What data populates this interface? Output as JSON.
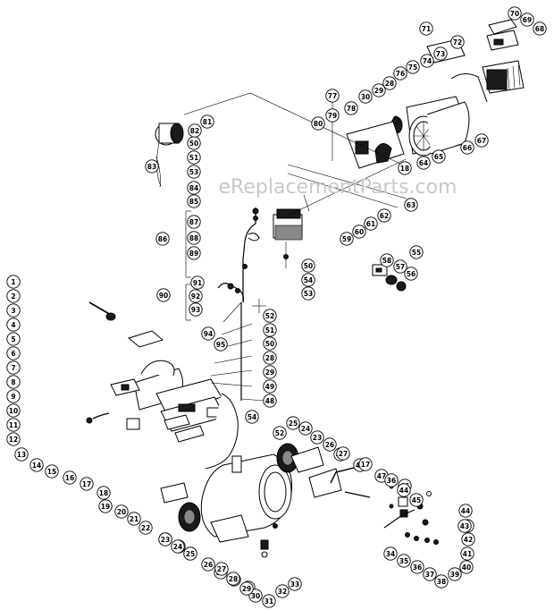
{
  "watermark": "eReplacementParts.com",
  "callouts": [
    "1",
    "2",
    "3",
    "4",
    "5",
    "6",
    "7",
    "8",
    "9",
    "10",
    "11",
    "12",
    "13",
    "14",
    "15",
    "16",
    "17",
    "18",
    "19",
    "20",
    "21",
    "22",
    "23",
    "24",
    "25",
    "26",
    "27",
    "28",
    "29",
    "30",
    "31",
    "32",
    "33",
    "34",
    "35",
    "36",
    "37",
    "38",
    "39",
    "40",
    "41",
    "42",
    "43",
    "44",
    "45",
    "46",
    "47",
    "48",
    "49",
    "50",
    "51",
    "52",
    "53",
    "54",
    "55",
    "56",
    "57",
    "58",
    "59",
    "60",
    "61",
    "62",
    "63",
    "64",
    "65",
    "66",
    "67",
    "68",
    "69",
    "70",
    "71",
    "72",
    "73",
    "74",
    "75",
    "76",
    "77",
    "78",
    "79",
    "80",
    "81",
    "82",
    "83",
    "84",
    "85",
    "86",
    "87",
    "88",
    "89",
    "90",
    "91",
    "92",
    "93",
    "94",
    "95"
  ],
  "colors": {
    "ink": "#000000",
    "paper": "#ffffff",
    "watermark": "#c8c8c8"
  }
}
